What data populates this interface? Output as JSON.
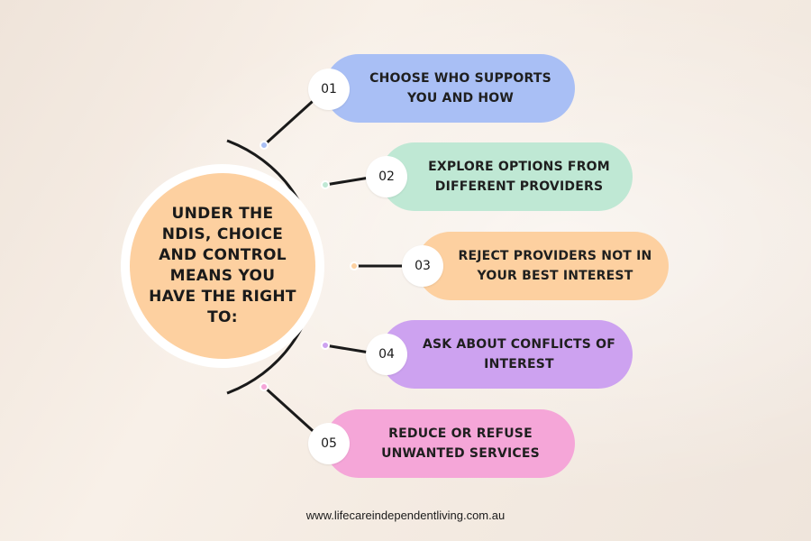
{
  "center": {
    "text": "UNDER THE\nNDIS, CHOICE\nAND CONTROL\nMEANS YOU\nHAVE THE RIGHT\nTO:",
    "color": "#fdd0a0"
  },
  "items": [
    {
      "number": "01",
      "text": "CHOOSE WHO SUPPORTS\nYOU AND HOW",
      "color": "#a9bff5",
      "dot_color": "#a9bff5"
    },
    {
      "number": "02",
      "text": "EXPLORE OPTIONS FROM\nDIFFERENT PROVIDERS",
      "color": "#bfe8d4",
      "dot_color": "#bfe8d4"
    },
    {
      "number": "03",
      "text": "REJECT PROVIDERS NOT IN\nYOUR BEST INTEREST",
      "color": "#fdd0a0",
      "dot_color": "#fdd0a0"
    },
    {
      "number": "04",
      "text": "ASK ABOUT CONFLICTS OF\nINTEREST",
      "color": "#cda2f0",
      "dot_color": "#cda2f0"
    },
    {
      "number": "05",
      "text": "REDUCE OR REFUSE\nUNWANTED SERVICES",
      "color": "#f5a6d8",
      "dot_color": "#f5a6d8"
    }
  ],
  "footer": {
    "url": "www.lifecareindependentliving.com.au"
  }
}
